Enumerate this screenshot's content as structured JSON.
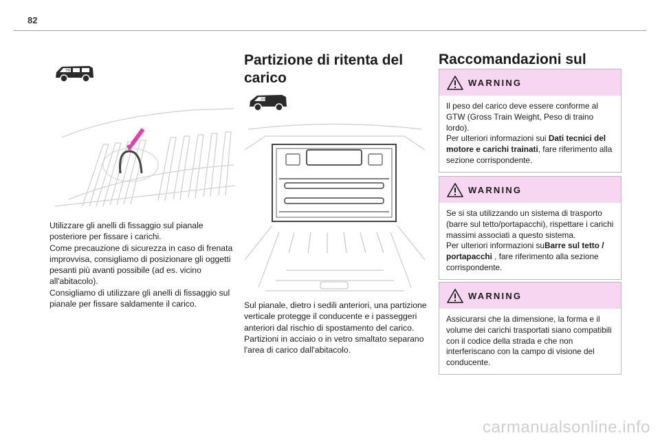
{
  "page": {
    "number": "82"
  },
  "left": {
    "paragraphs": [
      "Utilizzare gli anelli di fissaggio sul pianale posteriore per fissare i carichi.",
      "Come precauzione di sicurezza in caso di frenata improvvisa, consigliamo di posizionare gli oggetti pesanti più avanti possibile (ad es. vicino all'abitacolo).",
      "Consigliamo di utilizzare gli anelli di fissaggio sul pianale per fissare saldamente il carico."
    ],
    "icon": "van-icon",
    "figure": "tie-down-ring-illustration",
    "arrow_color": "#e23fb4"
  },
  "middle": {
    "title": "Partizione di ritenta del carico",
    "icon": "van-icon",
    "figure": "cargo-partition-illustration",
    "paragraphs": [
      "Sul pianale, dietro i sedili anteriori, una partizione verticale protegge il conducente e i passeggeri anteriori dal rischio di spostamento del carico.",
      "Partizioni in acciaio o in vetro smaltato separano l'area di carico dall'abitacolo."
    ]
  },
  "right": {
    "title": "Raccomandazioni sul carico",
    "warnings": [
      {
        "label": "WARNING",
        "icon": "warning-triangle-icon",
        "text1": "Il peso del carico deve essere conforme al GTW (Gross Train Weight, Peso di traino lordo).",
        "text2_pre": "Per ulteriori informazioni sui ",
        "text2_bold": "Dati tecnici del motore e carichi trainati",
        "text2_post": ", fare riferimento alla sezione corrispondente."
      },
      {
        "label": "WARNING",
        "icon": "warning-triangle-icon",
        "text1": "Se si sta utilizzando un sistema di trasporto (barre sul tetto/portapacchi), rispettare i carichi massimi associati a questo sistema.",
        "text2_pre": "Per ulteriori informazioni su",
        "text2_bold": "Barre sul tetto / portapacchi",
        "text2_post": " , fare riferimento alla sezione corrispondente."
      },
      {
        "label": "WARNING",
        "icon": "warning-triangle-icon",
        "text1": "Assicurarsi che la dimensione, la forma e il volume dei carichi trasportati siano compatibili con il codice della strada e che non interferiscano con la campo di visione del conducente."
      }
    ],
    "header_color": "#f7d6f1"
  },
  "watermark": "carmanualsonline.info"
}
